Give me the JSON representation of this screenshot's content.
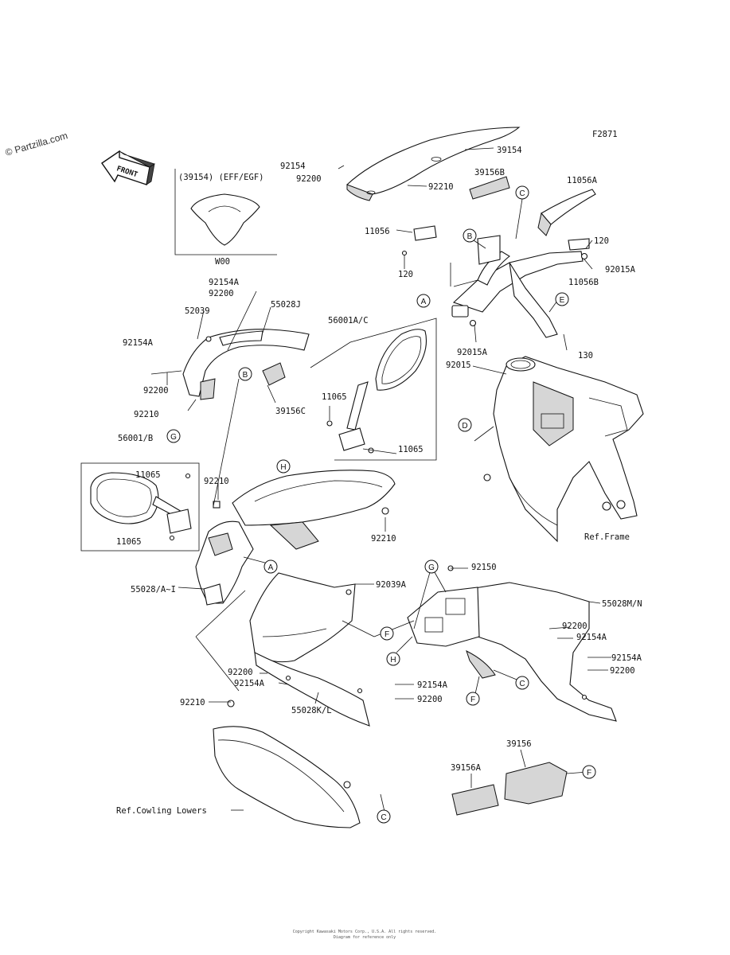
{
  "watermark": "© Partzilla.com",
  "figure_code": "F2871",
  "front_label": "FRONT",
  "inset_windshield": {
    "title": "(39154) (EFF/EGF)",
    "caption": "W00"
  },
  "footer_line1": "Copyright Kawasaki Motors Corp., U.S.A. All rights reserved.",
  "footer_line2": "Diagram for reference only",
  "reference_labels": [
    "Ref.Frame",
    "Ref.Cowling Lowers"
  ],
  "part_labels": [
    {
      "id": "l-92154-top",
      "text": "92154"
    },
    {
      "id": "l-92200-top",
      "text": "92200"
    },
    {
      "id": "l-39154",
      "text": "39154"
    },
    {
      "id": "l-39156B",
      "text": "39156B"
    },
    {
      "id": "l-11056A",
      "text": "11056A"
    },
    {
      "id": "l-92210-top",
      "text": "92210"
    },
    {
      "id": "l-11056",
      "text": "11056"
    },
    {
      "id": "l-120-a",
      "text": "120"
    },
    {
      "id": "l-120-b",
      "text": "120"
    },
    {
      "id": "l-92015A-r",
      "text": "92015A"
    },
    {
      "id": "l-11056B",
      "text": "11056B"
    },
    {
      "id": "l-92154A-a",
      "text": "92154A"
    },
    {
      "id": "l-92200-a",
      "text": "92200"
    },
    {
      "id": "l-52039",
      "text": "52039"
    },
    {
      "id": "l-55028J",
      "text": "55028J"
    },
    {
      "id": "l-56001AC",
      "text": "56001A/C"
    },
    {
      "id": "l-92015A-m",
      "text": "92015A"
    },
    {
      "id": "l-92015",
      "text": "92015"
    },
    {
      "id": "l-130",
      "text": "130"
    },
    {
      "id": "l-92154A-b",
      "text": "92154A"
    },
    {
      "id": "l-92200-b",
      "text": "92200"
    },
    {
      "id": "l-92210-a",
      "text": "92210"
    },
    {
      "id": "l-39156C",
      "text": "39156C"
    },
    {
      "id": "l-11065-a",
      "text": "11065"
    },
    {
      "id": "l-11065-b",
      "text": "11065"
    },
    {
      "id": "l-56001B",
      "text": "56001/B"
    },
    {
      "id": "l-11065-c",
      "text": "11065"
    },
    {
      "id": "l-11065-d",
      "text": "11065"
    },
    {
      "id": "l-92210-b",
      "text": "92210"
    },
    {
      "id": "l-92210-c",
      "text": "92210"
    },
    {
      "id": "l-55028AI",
      "text": "55028/A~I"
    },
    {
      "id": "l-92039A",
      "text": "92039A"
    },
    {
      "id": "l-92150",
      "text": "92150"
    },
    {
      "id": "l-55028MN",
      "text": "55028M/N"
    },
    {
      "id": "l-92200-c",
      "text": "92200"
    },
    {
      "id": "l-92154A-c",
      "text": "92154A"
    },
    {
      "id": "l-92154A-d",
      "text": "92154A"
    },
    {
      "id": "l-92200-d",
      "text": "92200"
    },
    {
      "id": "l-92200-e",
      "text": "92200"
    },
    {
      "id": "l-92154A-e",
      "text": "92154A"
    },
    {
      "id": "l-92154A-f",
      "text": "92154A"
    },
    {
      "id": "l-92200-f",
      "text": "92200"
    },
    {
      "id": "l-92210-d",
      "text": "92210"
    },
    {
      "id": "l-55028KL",
      "text": "55028K/L"
    },
    {
      "id": "l-39156",
      "text": "39156"
    },
    {
      "id": "l-39156A",
      "text": "39156A"
    }
  ],
  "callouts": [
    "A",
    "B",
    "C",
    "D",
    "E",
    "F",
    "G",
    "H"
  ]
}
